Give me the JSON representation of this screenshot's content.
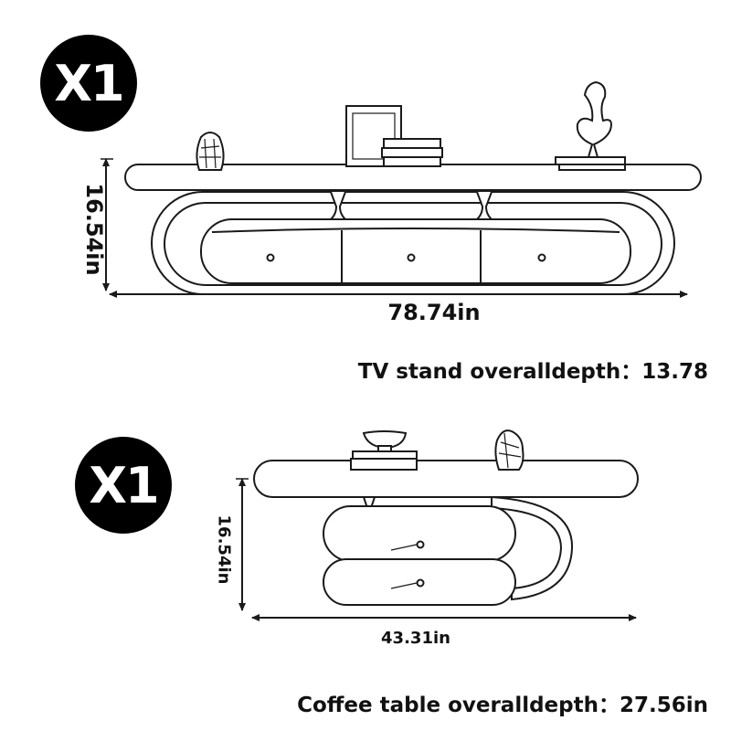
{
  "tv_stand": {
    "quantity": "X1",
    "height": "16.54in",
    "width": "78.74in",
    "depth_text": "TV stand overalldepth：13.78"
  },
  "coffee_table": {
    "quantity": "X1",
    "height": "16.54in",
    "width": "43.31in",
    "depth_text": "Coffee  table overalldepth：27.56in"
  },
  "colors": {
    "line": "#1a1a1a",
    "badge": "#000000",
    "background": "#ffffff"
  }
}
